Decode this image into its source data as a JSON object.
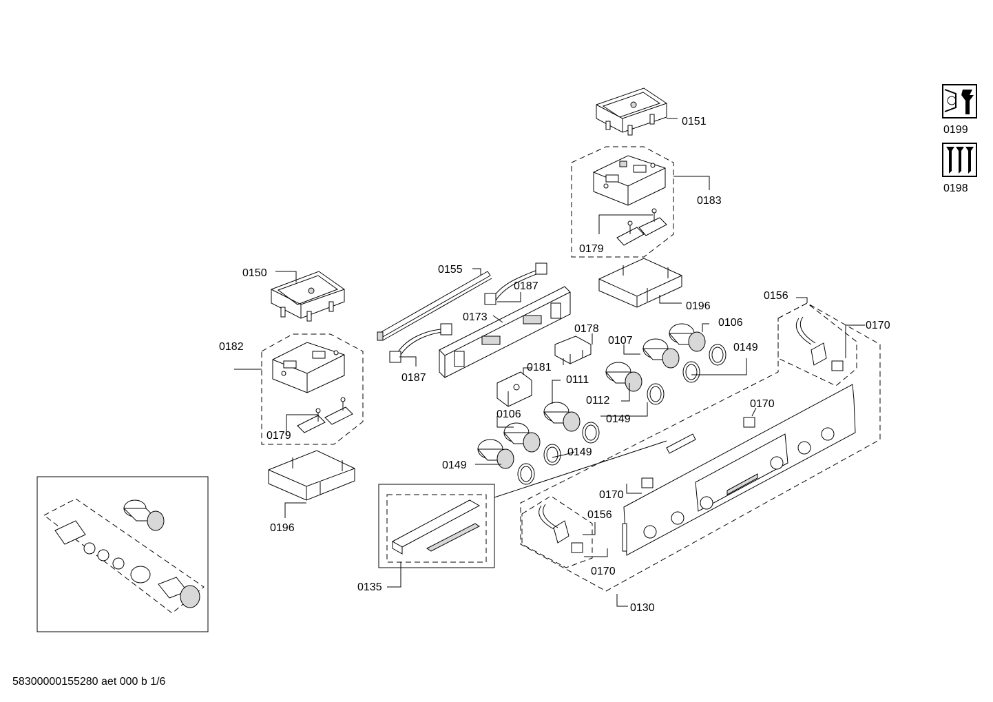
{
  "callouts": [
    {
      "id": "c0151",
      "label": "0151"
    },
    {
      "id": "c0183",
      "label": "0183"
    },
    {
      "id": "c0179a",
      "label": "0179"
    },
    {
      "id": "c0196a",
      "label": "0196"
    },
    {
      "id": "c0150",
      "label": "0150"
    },
    {
      "id": "c0155",
      "label": "0155"
    },
    {
      "id": "c0187a",
      "label": "0187"
    },
    {
      "id": "c0173",
      "label": "0173"
    },
    {
      "id": "c0178",
      "label": "0178"
    },
    {
      "id": "c0187b",
      "label": "0187"
    },
    {
      "id": "c0182",
      "label": "0182"
    },
    {
      "id": "c0179b",
      "label": "0179"
    },
    {
      "id": "c0196b",
      "label": "0196"
    },
    {
      "id": "c0156a",
      "label": "0156"
    },
    {
      "id": "c0170a",
      "label": "0170"
    },
    {
      "id": "c0106a",
      "label": "0106"
    },
    {
      "id": "c0107",
      "label": "0107"
    },
    {
      "id": "c0149a",
      "label": "0149"
    },
    {
      "id": "c0181",
      "label": "0181"
    },
    {
      "id": "c0111",
      "label": "0111"
    },
    {
      "id": "c0112",
      "label": "0112"
    },
    {
      "id": "c0149b",
      "label": "0149"
    },
    {
      "id": "c0106b",
      "label": "0106"
    },
    {
      "id": "c0149c",
      "label": "0149"
    },
    {
      "id": "c0149d",
      "label": "0149"
    },
    {
      "id": "c0170b",
      "label": "0170"
    },
    {
      "id": "c0170c",
      "label": "0170"
    },
    {
      "id": "c0156b",
      "label": "0156"
    },
    {
      "id": "c0170d",
      "label": "0170"
    },
    {
      "id": "c0135",
      "label": "0135"
    },
    {
      "id": "c0130",
      "label": "0130"
    }
  ],
  "side_icons": [
    {
      "id": "tool-icon",
      "label": "0199"
    },
    {
      "id": "screws-icon",
      "label": "0198"
    }
  ],
  "footer": {
    "text": "58300000155280 aet 000 b 1/6"
  }
}
